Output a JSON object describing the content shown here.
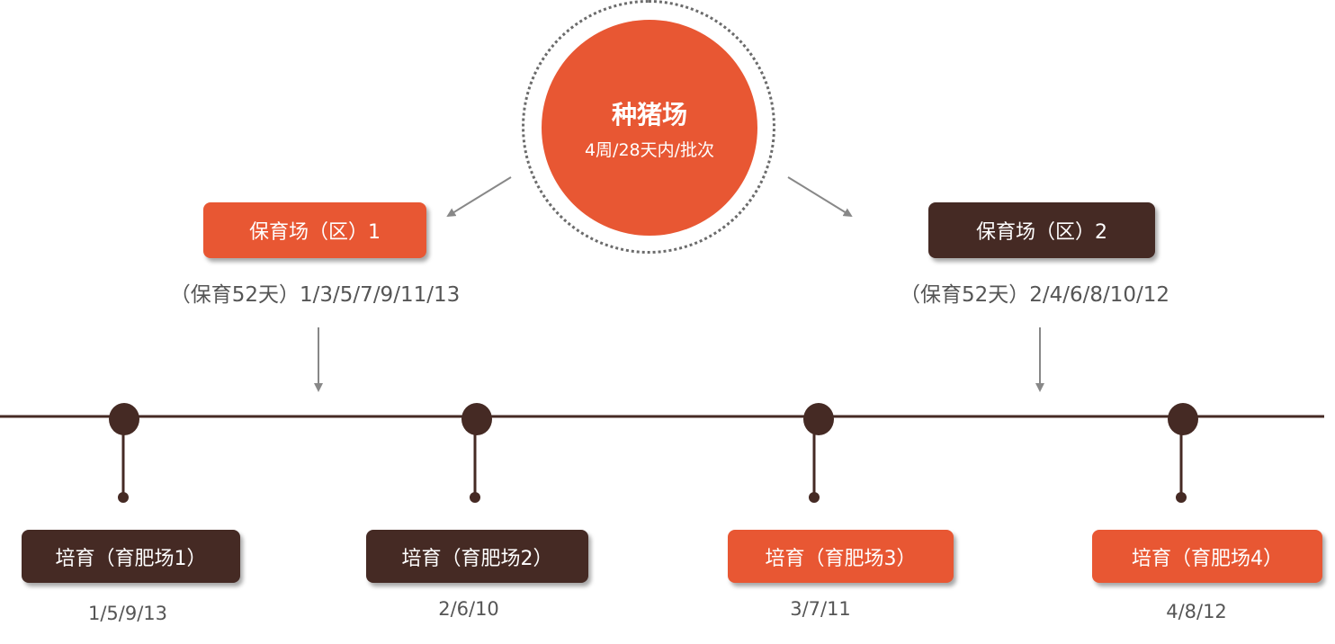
{
  "hub": {
    "title": "种猪场",
    "subtitle": "4周/28天内/批次"
  },
  "nursery": [
    {
      "label": "保育场（区）1",
      "detail": "（保育52天）1/3/5/7/9/11/13",
      "color": "#e85733"
    },
    {
      "label": "保育场（区）2",
      "detail": "（保育52天）2/4/6/8/10/12",
      "color": "#452a24"
    }
  ],
  "finishing": [
    {
      "label": "培育（育肥场1）",
      "batches": "1/5/9/13",
      "color": "#452a24"
    },
    {
      "label": "培育（育肥场2）",
      "batches": "2/6/10",
      "color": "#452a24"
    },
    {
      "label": "培育（育肥场3）",
      "batches": "3/7/11",
      "color": "#e85733"
    },
    {
      "label": "培育（育肥场4）",
      "batches": "4/8/12",
      "color": "#e85733"
    }
  ],
  "colors": {
    "accent": "#e85733",
    "dark": "#452a24",
    "arrow": "#888888",
    "text": "#555555"
  }
}
